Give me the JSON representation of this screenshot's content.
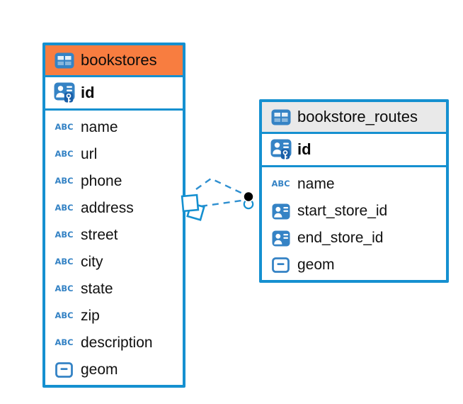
{
  "tables": [
    {
      "name": "bookstores",
      "header_color": "#f87d40",
      "primary_key": {
        "label": "id",
        "icon": "primary-key-icon"
      },
      "columns": [
        {
          "label": "name",
          "icon": "text-icon"
        },
        {
          "label": "url",
          "icon": "text-icon"
        },
        {
          "label": "phone",
          "icon": "text-icon"
        },
        {
          "label": "address",
          "icon": "text-icon"
        },
        {
          "label": "street",
          "icon": "text-icon"
        },
        {
          "label": "city",
          "icon": "text-icon"
        },
        {
          "label": "state",
          "icon": "text-icon"
        },
        {
          "label": "zip",
          "icon": "text-icon"
        },
        {
          "label": "description",
          "icon": "text-icon"
        },
        {
          "label": "geom",
          "icon": "geometry-icon"
        }
      ]
    },
    {
      "name": "bookstore_routes",
      "header_color": "#e9e9e9",
      "primary_key": {
        "label": "id",
        "icon": "primary-key-icon"
      },
      "columns": [
        {
          "label": "name",
          "icon": "text-icon"
        },
        {
          "label": "start_store_id",
          "icon": "reference-icon"
        },
        {
          "label": "end_store_id",
          "icon": "reference-icon"
        },
        {
          "label": "geom",
          "icon": "geometry-icon"
        }
      ]
    }
  ],
  "relationship": {
    "from_table": "bookstores",
    "to_table": "bookstore_routes",
    "line_style": "dashed",
    "from_marker": "overlapping-squares",
    "to_marker": "filled-dot"
  },
  "colors": {
    "table_border": "#1590d0",
    "relationship_line": "#2e8fd0",
    "icon_blue": "#3583c5",
    "icon_key_badge": "#1a5fa8",
    "bookstores_header": "#f87d40",
    "routes_header": "#e9e9e9",
    "text": "#111111"
  }
}
